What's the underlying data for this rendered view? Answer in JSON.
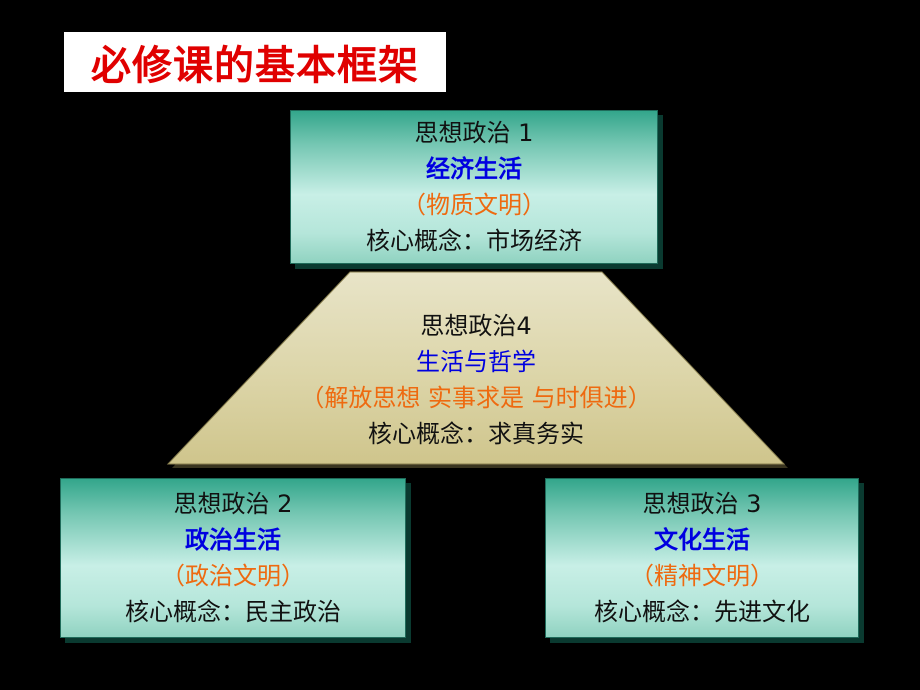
{
  "title": "必修课的基本框架",
  "colors": {
    "title_text": "#e00000",
    "course_name": "#0000e0",
    "civilization": "#ee6a10",
    "card_fill": "#b5e6da",
    "triangle_fill": "#e0dab0"
  },
  "modules": {
    "top": {
      "course": "思想政治 1",
      "name": "经济生活",
      "civilization": "（物质文明）",
      "core": "核心概念：市场经济"
    },
    "center": {
      "course": "思想政治4",
      "name": "生活与哲学",
      "civilization": "（解放思想  实事求是  与时俱进）",
      "core": "核心概念：求真务实"
    },
    "left": {
      "course": "思想政治 2",
      "name": "政治生活",
      "civilization": "（政治文明）",
      "core": "核心概念：民主政治"
    },
    "right": {
      "course": "思想政治 3",
      "name": "文化生活",
      "civilization": "（精神文明）",
      "core": "核心概念：先进文化"
    }
  }
}
